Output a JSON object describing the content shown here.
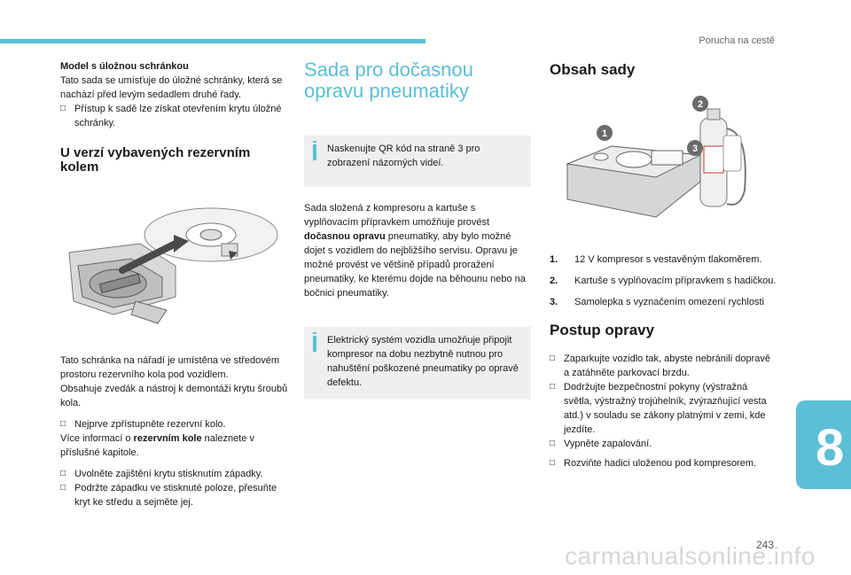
{
  "header": {
    "section": "Porucha na cestě"
  },
  "chapter": "8",
  "page_number": "243",
  "watermark": "carmanualsonline.info",
  "col1": {
    "storage_title": "Model s úložnou schránkou",
    "storage_text": "Tato sada se umísťuje do úložné schránky, která se nachází před levým sedadlem druhé řady.",
    "storage_bullet": "Přístup k sadě lze získat otevřením krytu úložné schránky.",
    "spare_heading": "U verzí vybavených rezervním kolem",
    "spare_text1": "Tato schránka na nářadí je umístěna ve středovém prostoru rezervního kola pod vozidlem.",
    "spare_text2": "Obsahuje zvedák a nástroj k demontáži krytu šroubů kola.",
    "bullet_access": "Nejprve zpřístupněte rezervní kolo.",
    "info_pre": "Více informací o ",
    "info_bold": "rezervním kole",
    "info_post": " naleznete v příslušné kapitole.",
    "bullet_release": "Uvolněte zajištění krytu stisknutím západky.",
    "bullet_hold": "Podržte západku ve stisknuté poloze, přesuňte kryt ke středu a sejměte jej."
  },
  "col2": {
    "title_line1": "Sada pro dočasnou",
    "title_line2": "opravu pneumatiky",
    "info1": "Naskenujte QR kód na straně 3 pro zobrazení názorných videí.",
    "body_pre": "Sada složená z kompresoru a kartuše s vyplňovacím přípravkem umožňuje provést ",
    "body_bold": "dočasnou opravu",
    "body_post": " pneumatiky, aby bylo možné dojet s vozidlem do nejbližšího servisu. Opravu je možné provést ve většině případů proražení pneumatiky, ke kterému dojde na běhounu nebo na bočnici pneumatiky.",
    "info2": "Elektrický systém vozidla umožňuje připojit kompresor na dobu nezbytně nutnou pro nahuštění poškozené pneumatiky po opravě defektu."
  },
  "col3": {
    "kit_heading": "Obsah sady",
    "callouts": [
      "1",
      "2",
      "3"
    ],
    "items": [
      {
        "num": "1.",
        "text": "12 V kompresor s vestavěným tlakoměrem."
      },
      {
        "num": "2.",
        "text": "Kartuše s vyplňovacím přípravkem s hadičkou."
      },
      {
        "num": "3.",
        "text": "Samolepka s vyznačením omezení rychlosti"
      }
    ],
    "repair_heading": "Postup opravy",
    "steps": [
      "Zaparkujte vozidlo tak, abyste nebránili dopravě a zatáhněte parkovací brzdu.",
      "Dodržujte bezpečnostní pokyny (výstražná světla, výstražný trojúhelník, zvýrazňující vesta atd.) v souladu se zákony platnými v zemi, kde jezdíte.",
      "Vypněte zapalování.",
      "Rozviňte hadici uloženou pod kompresorem."
    ]
  },
  "colors": {
    "accent": "#5bbfd6",
    "infobox": "#efefef"
  }
}
